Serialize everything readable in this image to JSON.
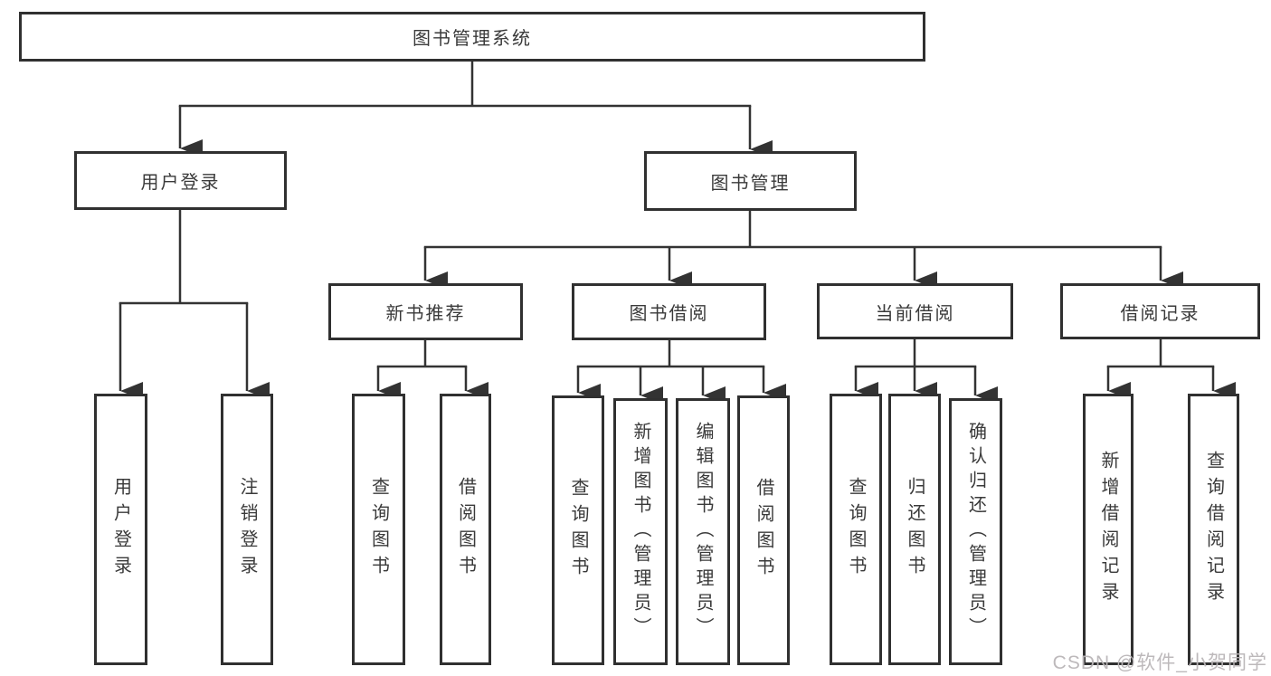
{
  "diagram": {
    "type": "hierarchy-structure-diagram",
    "colors": {
      "line": "#333333",
      "box_border": "#303030",
      "box_fill": "#ffffff",
      "text": "#3a3a3a",
      "watermark": "#b9b5b7"
    },
    "nodes": {
      "root": {
        "label": "图书管理系统"
      },
      "user_login": {
        "label": "用户登录"
      },
      "book_mgmt": {
        "label": "图书管理"
      },
      "new_book_rec": {
        "label": "新书推荐"
      },
      "book_borrow": {
        "label": "图书借阅"
      },
      "current_borrow": {
        "label": "当前借阅"
      },
      "borrow_record": {
        "label": "借阅记录"
      },
      "leaf_user_login": {
        "label": "用户登录"
      },
      "leaf_logout": {
        "label": "注销登录"
      },
      "leaf_nbr_query": {
        "label": "查询图书"
      },
      "leaf_nbr_borrow": {
        "label": "借阅图书"
      },
      "leaf_bb_query": {
        "label": "查询图书"
      },
      "leaf_bb_add": {
        "label": "新增图书（管理员）"
      },
      "leaf_bb_edit": {
        "label": "编辑图书（管理员）"
      },
      "leaf_bb_borrow": {
        "label": "借阅图书"
      },
      "leaf_cb_query": {
        "label": "查询图书"
      },
      "leaf_cb_return": {
        "label": "归还图书"
      },
      "leaf_cb_confirm": {
        "label": "确认归还（管理员）"
      },
      "leaf_br_add": {
        "label": "新增借阅记录"
      },
      "leaf_br_query": {
        "label": "查询借阅记录"
      }
    },
    "edges": [
      "图书管理系统→用户登录",
      "图书管理系统→图书管理",
      "用户登录→用户登录(叶)",
      "用户登录→注销登录",
      "图书管理→新书推荐",
      "图书管理→图书借阅",
      "图书管理→当前借阅",
      "图书管理→借阅记录",
      "新书推荐→查询图书",
      "新书推荐→借阅图书",
      "图书借阅→查询图书",
      "图书借阅→新增图书（管理员）",
      "图书借阅→编辑图书（管理员）",
      "图书借阅→借阅图书",
      "当前借阅→查询图书",
      "当前借阅→归还图书",
      "当前借阅→确认归还（管理员）",
      "借阅记录→新增借阅记录",
      "借阅记录→查询借阅记录"
    ],
    "watermark_text": "CSDN @软件_小贺同学"
  }
}
